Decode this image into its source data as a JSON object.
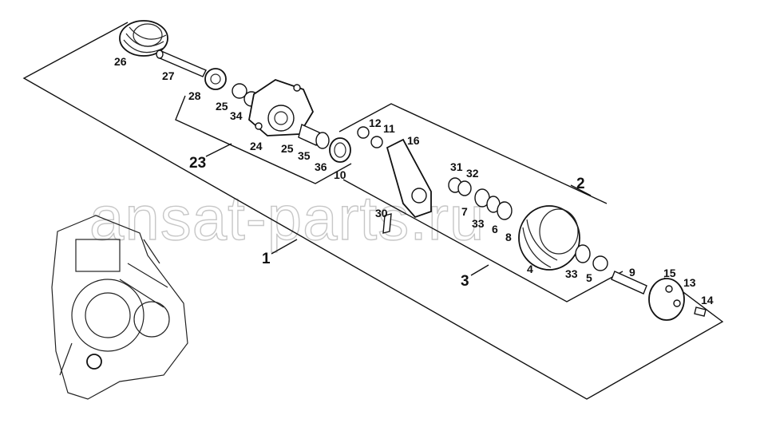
{
  "watermark": "ansat-parts.ru",
  "labels": {
    "p26": "26",
    "p27": "27",
    "p28": "28",
    "p25a": "25",
    "p34": "34",
    "p24": "24",
    "p25b": "25",
    "p35": "35",
    "p36": "36",
    "p10": "10",
    "p23": "23",
    "p12": "12",
    "p11": "11",
    "p16": "16",
    "p31": "31",
    "p32": "32",
    "p30": "30",
    "p7": "7",
    "p33a": "33",
    "p6": "6",
    "p8": "8",
    "p4": "4",
    "p2": "2",
    "p3": "3",
    "p33b": "33",
    "p5": "5",
    "p9": "9",
    "p15": "15",
    "p13": "13",
    "p14": "14",
    "p1": "1"
  }
}
